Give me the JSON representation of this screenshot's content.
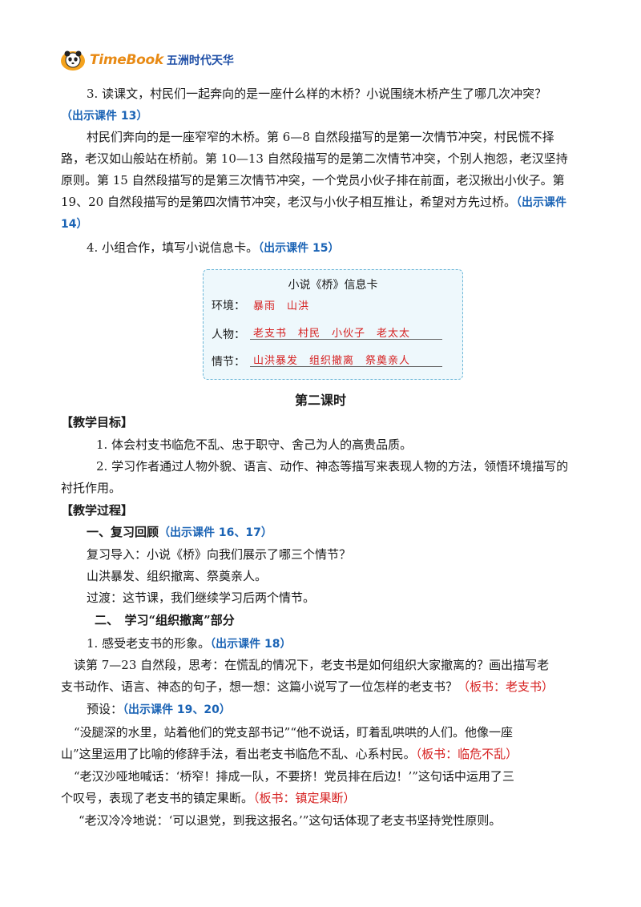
{
  "header": {
    "logo_text": "TimeBook",
    "logo_cn": "五洲时代天华"
  },
  "paragraphs": {
    "q3": "3. 读课文，村民们一起奔向的是一座什么样的木桥？小说围绕木桥产生了哪几次冲突？",
    "q3_ref": "（出示课件 13）",
    "a1": "村民们奔向的是一座窄窄的木桥。第 6—8 自然段描写的是第一次情节冲突，村民慌不择",
    "a2": "路，老汉如山般站在桥前。第 10—13 自然段描写的是第二次情节冲突，个别人抱怨，老汉坚持",
    "a3": "原则。第 15 自然段描写的是第三次情节冲突，一个党员小伙子排在前面，老汉揪出小伙子。第",
    "a4": "19、20 自然段描写的是第四次情节冲突，老汉与小伙子相互推让，希望对方先过桥。",
    "a4_ref": "（出示课件",
    "a5_ref": "14）",
    "q4": "4. 小组合作，填写小说信息卡。",
    "q4_ref": "（出示课件 15）"
  },
  "card": {
    "title": "小说《桥》信息卡",
    "env_label": "环境：",
    "env_value": "暴雨　山洪",
    "people_label": "人物：",
    "people_value": "老支书　村民　小伙子　老太太",
    "plot_label": "情节：",
    "plot_value": "山洪暴发　组织撤离　祭奠亲人"
  },
  "lesson2": {
    "title": "第二课时",
    "goals_heading": "【教学目标】",
    "goal1": "1. 体会村支书临危不乱、忠于职守、舍己为人的高贵品质。",
    "goal2a": "2. 学习作者通过人物外貌、语言、动作、神态等描写来表现人物的方法，领悟环境描写的",
    "goal2b": "衬托作用。",
    "process_heading": "【教学过程】",
    "sec1": "一、复习回顾",
    "sec1_ref": "（出示课件 16、17）",
    "review1": "复习导入：小说《桥》向我们展示了哪三个情节？",
    "review2": "山洪暴发、组织撤离、祭奠亲人。",
    "review3": "过渡：这节课，我们继续学习后两个情节。",
    "sec2": "二、　学习“组织撤离”部分",
    "item1": "1. 感受老支书的形象。",
    "item1_ref": "（出示课件 18）",
    "read1": "读第 7—23 自然段，思考：在慌乱的情况下，老支书是如何组织大家撤离的？画出描写老",
    "read2": "支书动作、语言、神态的句子，想一想：这篇小说写了一位怎样的老支书？",
    "read2_board": "（板书：老支书）",
    "preset": "预设：",
    "preset_ref": "（出示课件 19、20）",
    "quote1a": "“没腿深的水里，站着他们的党支部书记”“他不说话，盯着乱哄哄的人们。他像一座",
    "quote1b": "山”这里运用了比喻的修辞手法，看出老支书临危不乱、心系村民。",
    "quote1_board": "（板书：临危不乱）",
    "quote2a": "“老汉沙哑地喊话：‘桥窄！排成一队，不要挤！党员排在后边！’”这句话中运用了三",
    "quote2b": "个叹号，表现了老支书的镇定果断。",
    "quote2_board": "（板书：镇定果断）",
    "quote3": "“老汉冷冷地说：‘可以退党，到我这报名。’”这句话体现了老支书坚持党性原则。"
  }
}
